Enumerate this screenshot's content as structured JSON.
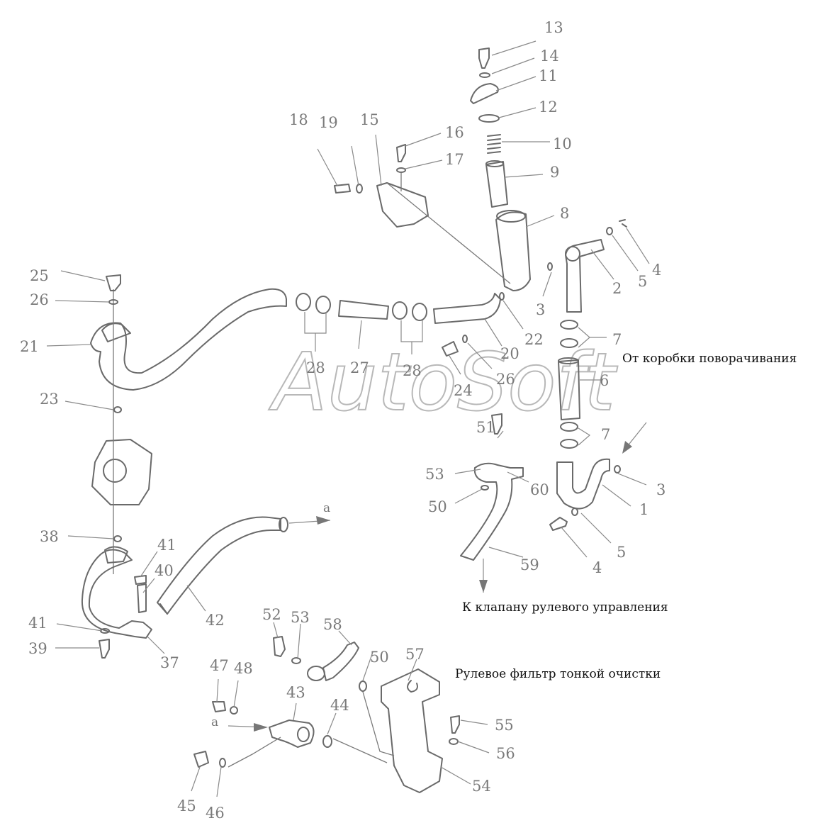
{
  "diagram": {
    "part_labels": [
      {
        "id": "p13a",
        "text": "13"
      },
      {
        "id": "p14a",
        "text": "14"
      },
      {
        "id": "p11a",
        "text": "11"
      },
      {
        "id": "p12a",
        "text": "12"
      },
      {
        "id": "p10a",
        "text": "10"
      },
      {
        "id": "p9a",
        "text": "9"
      },
      {
        "id": "p8a",
        "text": "8"
      },
      {
        "id": "p18a",
        "text": "18"
      },
      {
        "id": "p19a",
        "text": "19"
      },
      {
        "id": "p15a",
        "text": "15"
      },
      {
        "id": "p16a",
        "text": "16"
      },
      {
        "id": "p17a",
        "text": "17"
      },
      {
        "id": "p4a",
        "text": "4"
      },
      {
        "id": "p5a",
        "text": "5"
      },
      {
        "id": "p2a",
        "text": "2"
      },
      {
        "id": "p3a",
        "text": "3"
      },
      {
        "id": "p25a",
        "text": "25"
      },
      {
        "id": "p26a",
        "text": "26"
      },
      {
        "id": "p21a",
        "text": "21"
      },
      {
        "id": "p28a",
        "text": "28"
      },
      {
        "id": "p27a",
        "text": "27"
      },
      {
        "id": "p28b",
        "text": "28"
      },
      {
        "id": "p20a",
        "text": "20"
      },
      {
        "id": "p22a",
        "text": "22"
      },
      {
        "id": "p7a",
        "text": "7"
      },
      {
        "id": "p24a",
        "text": "24"
      },
      {
        "id": "p26b",
        "text": "26"
      },
      {
        "id": "p6a",
        "text": "6"
      },
      {
        "id": "p23a",
        "text": "23"
      },
      {
        "id": "p51a",
        "text": "51"
      },
      {
        "id": "p7b",
        "text": "7"
      },
      {
        "id": "p53a",
        "text": "53"
      },
      {
        "id": "p60a",
        "text": "60"
      },
      {
        "id": "p3b",
        "text": "3"
      },
      {
        "id": "p1a",
        "text": "1"
      },
      {
        "id": "p50a",
        "text": "50"
      },
      {
        "id": "p5b",
        "text": "5"
      },
      {
        "id": "p4b",
        "text": "4"
      },
      {
        "id": "p59a",
        "text": "59"
      },
      {
        "id": "p38a",
        "text": "38"
      },
      {
        "id": "p41a",
        "text": "41"
      },
      {
        "id": "p40a",
        "text": "40"
      },
      {
        "id": "p42a",
        "text": "42"
      },
      {
        "id": "p41b",
        "text": "41"
      },
      {
        "id": "p39a",
        "text": "39"
      },
      {
        "id": "p37a",
        "text": "37"
      },
      {
        "id": "p52a",
        "text": "52"
      },
      {
        "id": "p53b",
        "text": "53"
      },
      {
        "id": "p58a",
        "text": "58"
      },
      {
        "id": "p57a",
        "text": "57"
      },
      {
        "id": "p50b",
        "text": "50"
      },
      {
        "id": "p47a",
        "text": "47"
      },
      {
        "id": "p48a",
        "text": "48"
      },
      {
        "id": "p43a",
        "text": "43"
      },
      {
        "id": "p44a",
        "text": "44"
      },
      {
        "id": "p55a",
        "text": "55"
      },
      {
        "id": "p56a",
        "text": "56"
      },
      {
        "id": "p54a",
        "text": "54"
      },
      {
        "id": "p45a",
        "text": "45"
      },
      {
        "id": "p46a",
        "text": "46"
      }
    ],
    "letters": {
      "a1": "a",
      "a2": "a"
    },
    "captions": {
      "from_steering_box": "От коробки поворачивания",
      "to_steering_valve": "К клапану рулевого управления",
      "fine_filter": "Рулевое фильтр тонкой очистки"
    },
    "watermark": "AutoSoft"
  }
}
